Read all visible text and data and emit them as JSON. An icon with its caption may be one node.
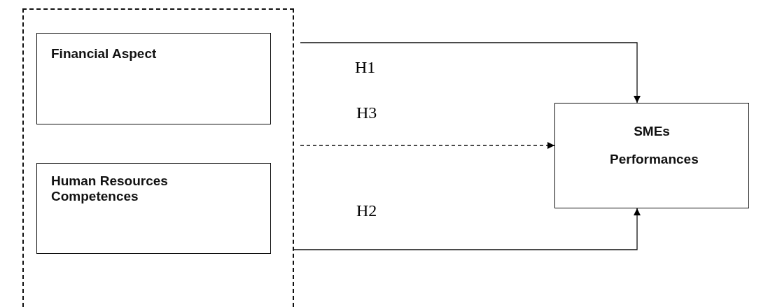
{
  "diagram": {
    "nodes": [
      {
        "text": [],
        "shape": "box"
      },
      {
        "text": [
          "Financial Aspect"
        ],
        "in": 0
      },
      {
        "text": [
          "Human Resources Competences"
        ],
        "in": 0
      },
      {
        "text": [
          "SMEs Performances"
        ]
      }
    ],
    "edges": [
      {
        "from": 0,
        "to": 3,
        "arrow": "to",
        "label": "H1"
      },
      {
        "from": 0,
        "to": 3,
        "arrow": "to",
        "label": "H3",
        "style": "dashed"
      },
      {
        "from": 0,
        "to": 3,
        "arrow": "to",
        "label": "H2"
      }
    ]
  }
}
